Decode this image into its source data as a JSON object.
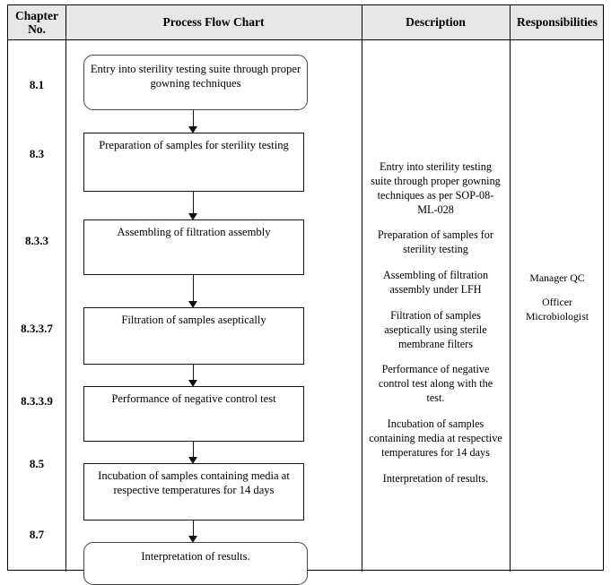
{
  "table": {
    "headers": [
      {
        "id": "chapter-no",
        "label": "Chapter\nNo."
      },
      {
        "id": "process-flow-chart",
        "label": "Process Flow Chart"
      },
      {
        "id": "description",
        "label": "Description"
      },
      {
        "id": "responsibilities",
        "label": "Responsibilities"
      }
    ],
    "header_background": "#e7e7e7",
    "border_color": "#000000"
  },
  "chapter_numbers": [
    {
      "value": "8.1"
    },
    {
      "value": "8.3"
    },
    {
      "value": "8.3.3"
    },
    {
      "value": "8.3.3.7"
    },
    {
      "value": "8.3.3.9"
    },
    {
      "value": "8.5"
    },
    {
      "value": "8.7"
    }
  ],
  "flow_chart": {
    "nodes": [
      {
        "id": "node-entry-gowning",
        "shape": "rounded",
        "text": "Entry into sterility testing suite through proper gowning techniques"
      },
      {
        "id": "node-preparation-samples",
        "shape": "rectangle",
        "text": "Preparation of samples for sterility testing"
      },
      {
        "id": "node-assembling-filtration",
        "shape": "rectangle",
        "text": "Assembling of filtration assembly"
      },
      {
        "id": "node-filtration-aseptic",
        "shape": "rectangle",
        "text": "Filtration of samples aseptically"
      },
      {
        "id": "node-negative-control",
        "shape": "rectangle",
        "text": "Performance of negative control test"
      },
      {
        "id": "node-incubation",
        "shape": "rectangle",
        "text": "Incubation of samples containing media at respective temperatures for 14 days"
      },
      {
        "id": "node-interpretation",
        "shape": "rounded",
        "text": "Interpretation of results."
      }
    ],
    "arrow_count": 6,
    "arrow_icon": "down-arrow-icon"
  },
  "description": {
    "paragraphs": [
      "Entry into sterility testing suite through proper gowning techniques as per SOP-08-ML-028",
      "Preparation of samples for sterility testing",
      "Assembling of filtration assembly under LFH",
      "Filtration of samples aseptically using sterile membrane filters",
      "Performance of negative control test along with the test.",
      "Incubation of samples containing media at respective temperatures for 14 days",
      "Interpretation of results."
    ]
  },
  "responsibilities": {
    "entries": [
      "Manager QC",
      "Officer Microbiologist"
    ]
  }
}
